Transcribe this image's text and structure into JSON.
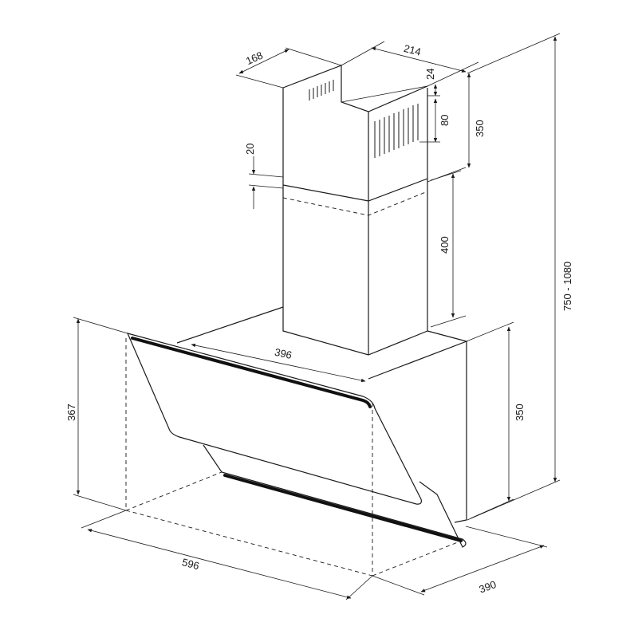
{
  "dimensions": {
    "chimney_depth": "168",
    "chimney_width": "214",
    "top_gap": "24",
    "vent_height": "80",
    "upper_chimney_height": "350",
    "overlap": "20",
    "lower_chimney_height": "400",
    "total_height_range": "750 - 1080",
    "hood_depth_top": "396",
    "hood_front_height": "367",
    "hood_body_height": "350",
    "hood_width": "596",
    "hood_depth": "390"
  }
}
